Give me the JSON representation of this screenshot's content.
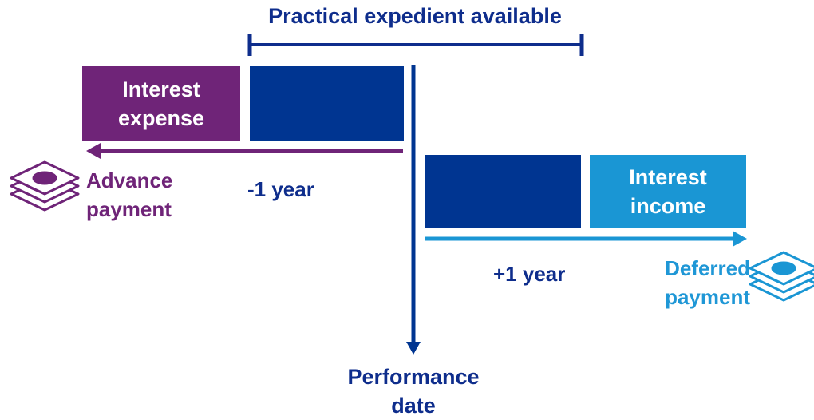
{
  "title": "Practical expedient available",
  "boxes": {
    "interest_expense": "Interest expense",
    "interest_income": "Interest income"
  },
  "labels": {
    "minus_one_year": "-1 year",
    "plus_one_year": "+1 year",
    "advance_payment": "Advance payment",
    "deferred_payment": "Deferred payment",
    "performance_date": "Performance date"
  },
  "icons": {
    "left": "money-stack-icon",
    "right": "money-stack-icon"
  },
  "colors": {
    "navy": "#003591",
    "purple": "#6f2478",
    "sky": "#1a96d4",
    "text_navy": "#0e2d8c"
  }
}
